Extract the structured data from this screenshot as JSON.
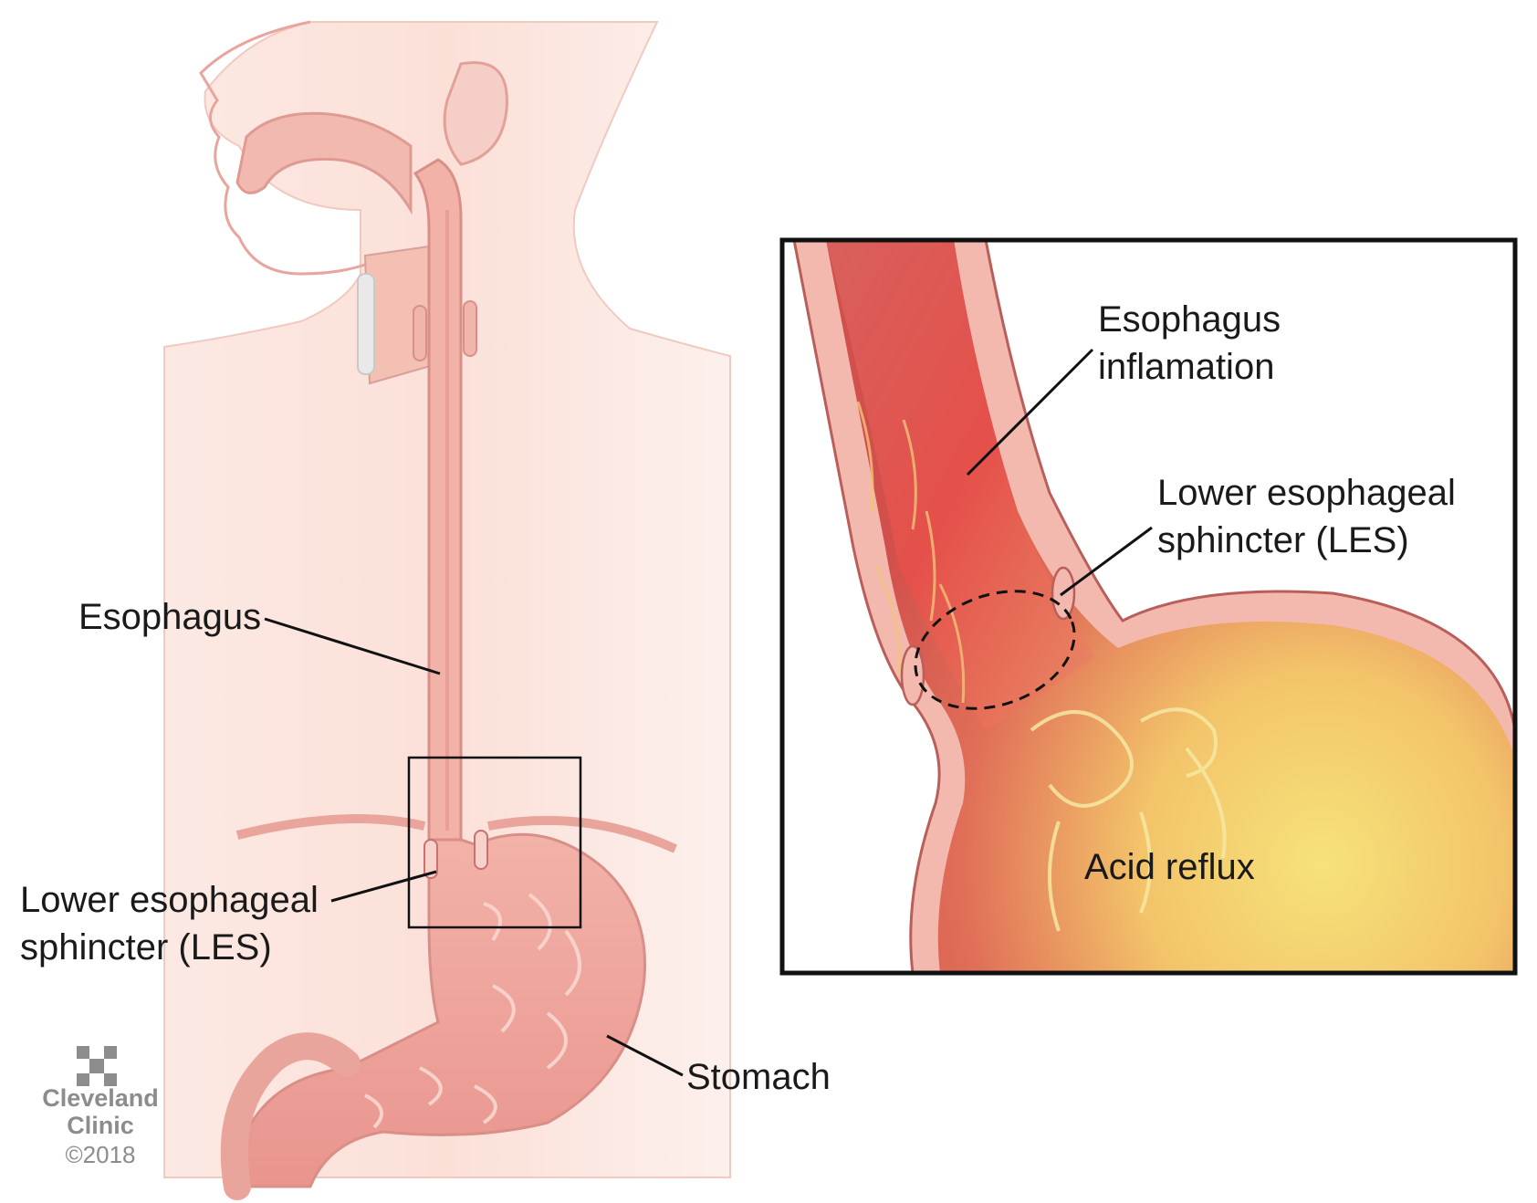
{
  "labels": {
    "esophagus": "Esophagus",
    "les_left_line1": "Lower esophageal",
    "les_left_line2": "sphincter (LES)",
    "stomach": "Stomach",
    "esophagus_inflammation_line1": "Esophagus",
    "esophagus_inflammation_line2": "inflamation",
    "les_inset_line1": "Lower esophageal",
    "les_inset_line2": "sphincter (LES)",
    "acid_reflux": "Acid reflux"
  },
  "branding": {
    "org_line1": "Cleveland",
    "org_line2": "Clinic",
    "copyright": "©2018"
  },
  "colors": {
    "body_fill": "#fbe3dc",
    "tissue": "#f1b5ab",
    "tissue_dark": "#c9716b",
    "inflamed": "#de4a46",
    "acid": "#f3e07a",
    "outline": "#111111"
  },
  "icons": {
    "logo": "cleveland-clinic-cross-icon"
  }
}
